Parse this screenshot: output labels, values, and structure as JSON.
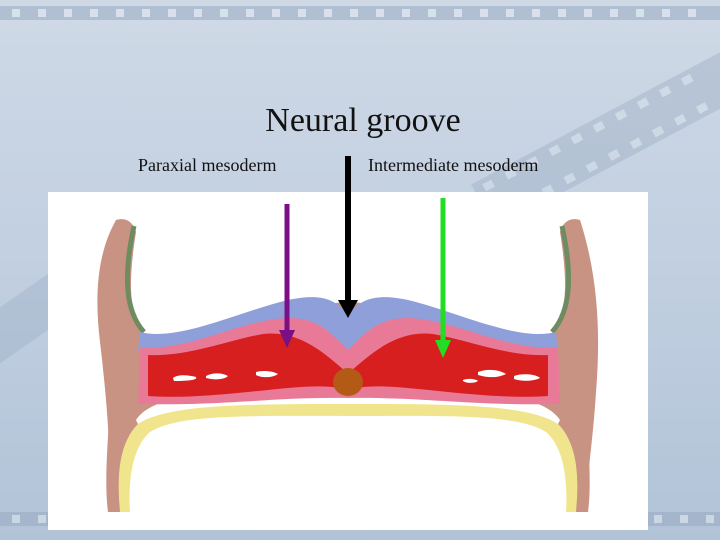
{
  "slide": {
    "title": "Neural groove"
  },
  "labels": {
    "paraxial": "Paraxial mesoderm",
    "intermediate": "Intermediate mesoderm"
  },
  "colors": {
    "background": "#c5d2e2",
    "ectoderm_outer": "#c99384",
    "ectoderm_green": "#6e8c60",
    "neural_plate": "#8f9fd9",
    "pink_layer": "#e87a98",
    "mesoderm_red": "#d81f1f",
    "notochord": "#b35a16",
    "endoderm_yellow": "#f0e58c",
    "arrow_paraxial": "#7b0f86",
    "arrow_neural": "#000000",
    "arrow_intermediate": "#22dd22"
  }
}
